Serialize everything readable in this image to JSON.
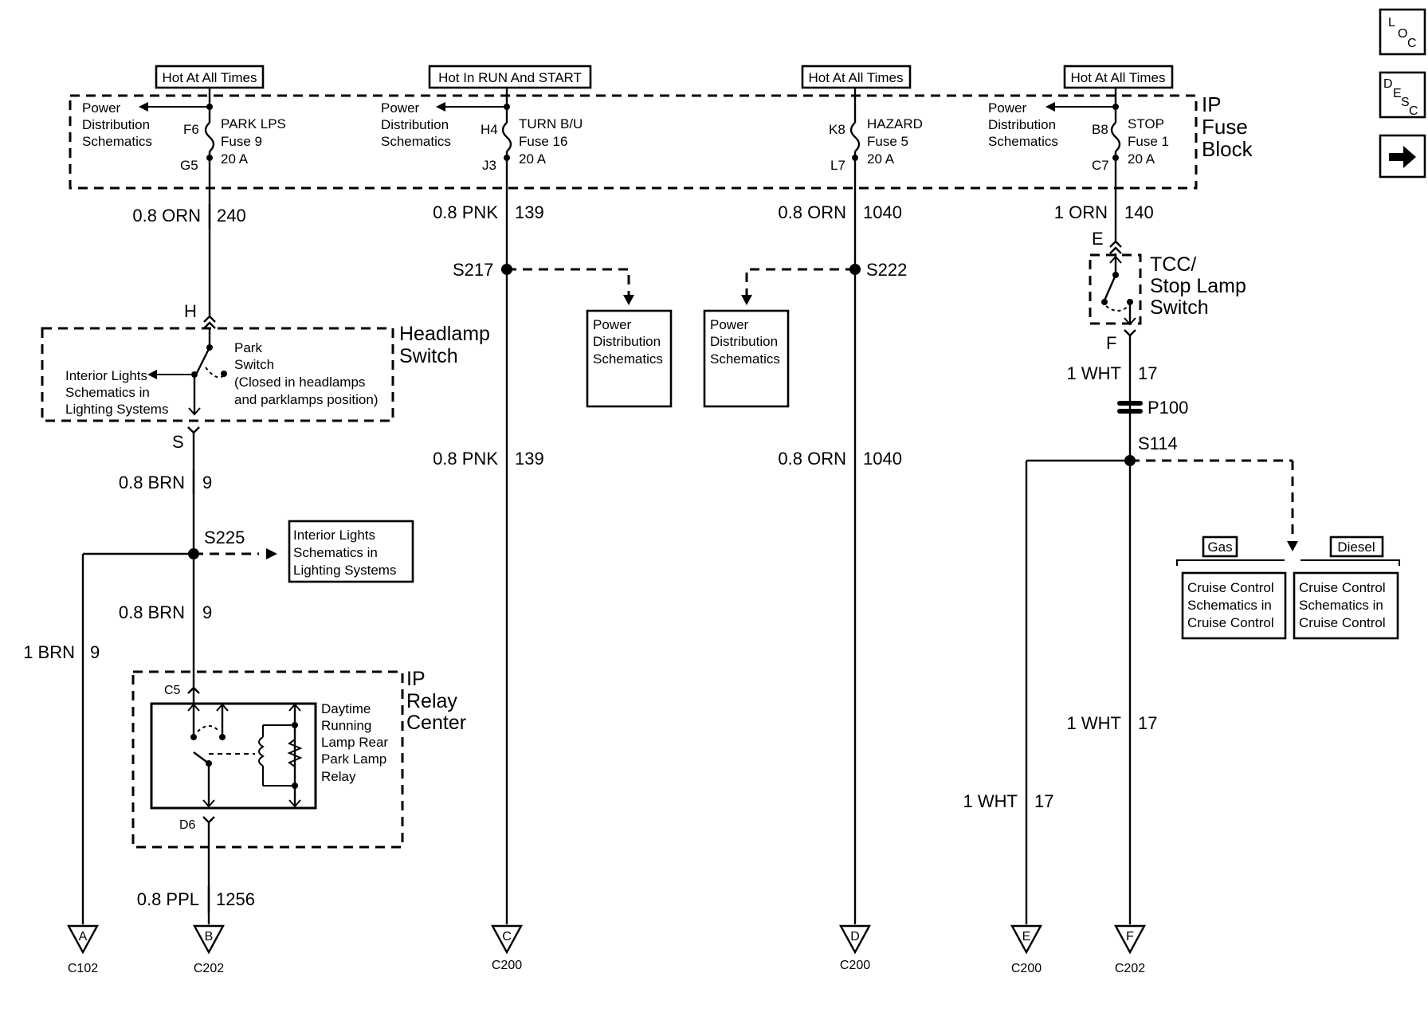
{
  "nav": {
    "loc": {
      "l1": "L",
      "l2": "O",
      "l3": "C"
    },
    "desc": {
      "l1": "D",
      "l2": "E",
      "l3": "S",
      "l4": "C"
    },
    "next_icon": "arrow-right-icon"
  },
  "fuse_block": {
    "name_line1": "IP",
    "name_line2": "Fuse",
    "name_line3": "Block"
  },
  "headers": {
    "park": "Hot At All Times",
    "turn": "Hot In RUN And START",
    "hazard": "Hot At All Times",
    "stop": "Hot At All Times"
  },
  "power_dist": {
    "l1": "Power",
    "l2": "Distribution",
    "l3": "Schematics"
  },
  "fuses": {
    "park": {
      "in": "F6",
      "out": "G5",
      "name": "PARK LPS",
      "fuse": "Fuse 9",
      "amps": "20 A"
    },
    "turn": {
      "in": "H4",
      "out": "J3",
      "name": "TURN B/U",
      "fuse": "Fuse 16",
      "amps": "20 A"
    },
    "hazard": {
      "in": "K8",
      "out": "L7",
      "name": "HAZARD",
      "fuse": "Fuse 5",
      "amps": "20 A"
    },
    "stop": {
      "in": "B8",
      "out": "C7",
      "name": "STOP",
      "fuse": "Fuse 1",
      "amps": "20 A"
    }
  },
  "wires": {
    "w240": {
      "gauge": "0.8 ORN",
      "circuit": "240"
    },
    "w139a": {
      "gauge": "0.8 PNK",
      "circuit": "139"
    },
    "w139b": {
      "gauge": "0.8 PNK",
      "circuit": "139"
    },
    "w1040a": {
      "gauge": "0.8 ORN",
      "circuit": "1040"
    },
    "w1040b": {
      "gauge": "0.8 ORN",
      "circuit": "1040"
    },
    "w140": {
      "gauge": "1 ORN",
      "circuit": "140"
    },
    "w17a": {
      "gauge": "1 WHT",
      "circuit": "17"
    },
    "w17b": {
      "gauge": "1 WHT",
      "circuit": "17"
    },
    "w17c": {
      "gauge": "1 WHT",
      "circuit": "17"
    },
    "w9a": {
      "gauge": "0.8 BRN",
      "circuit": "9"
    },
    "w9b": {
      "gauge": "0.8 BRN",
      "circuit": "9"
    },
    "w9c": {
      "gauge": "1 BRN",
      "circuit": "9"
    },
    "w1256": {
      "gauge": "0.8 PPL",
      "circuit": "1256"
    }
  },
  "splices": {
    "s217": "S217",
    "s222": "S222",
    "s225": "S225",
    "s114": "S114",
    "p100": "P100"
  },
  "headlamp": {
    "terminal_top": "H",
    "terminal_bottom": "S",
    "title1": "Headlamp",
    "title2": "Switch",
    "sw1": "Park",
    "sw2": "Switch",
    "sw3": "(Closed in headlamps",
    "sw4": "and parklamps position)",
    "int1": "Interior Lights",
    "int2": "Schematics in",
    "int3": "Lighting Systems"
  },
  "interior_box": {
    "l1": "Interior Lights",
    "l2": "Schematics in",
    "l3": "Lighting Systems"
  },
  "tcc": {
    "terminal_top": "E",
    "terminal_bottom": "F",
    "l1": "TCC/",
    "l2": "Stop Lamp",
    "l3": "Switch"
  },
  "relay_center": {
    "name1": "IP",
    "name2": "Relay",
    "name3": "Center",
    "pin_top": "C5",
    "pin_bottom": "D6",
    "r1": "Daytime",
    "r2": "Running",
    "r3": "Lamp Rear",
    "r4": "Park Lamp",
    "r5": "Relay"
  },
  "cruise": {
    "gas": "Gas",
    "diesel": "Diesel",
    "l1": "Cruise Control",
    "l2": "Schematics in",
    "l3": "Cruise Control"
  },
  "connectors": [
    {
      "pin": "A",
      "conn": "C102"
    },
    {
      "pin": "B",
      "conn": "C202"
    },
    {
      "pin": "C",
      "conn": "C200"
    },
    {
      "pin": "D",
      "conn": "C200"
    },
    {
      "pin": "E",
      "conn": "C200"
    },
    {
      "pin": "F",
      "conn": "C202"
    }
  ]
}
